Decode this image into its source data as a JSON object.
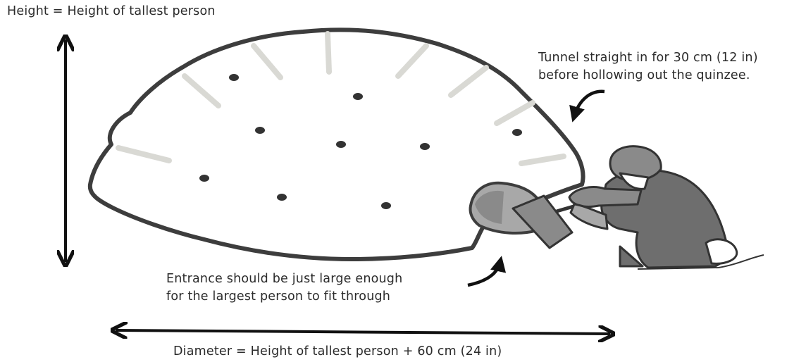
{
  "labels": {
    "height": "Height = Height of tallest person",
    "tunnel_line1": "Tunnel straight in for 30 cm (12 in)",
    "tunnel_line2": "before hollowing out the quinzee.",
    "entrance_line1": "Entrance should be just large enough",
    "entrance_line2": "for the largest person to fit through",
    "diameter": "Diameter = Height of tallest person + 60 cm (24 in)"
  },
  "colors": {
    "outline": "#3d3d3d",
    "sticks": "#d9d9d4",
    "dots": "#333333",
    "person_dark": "#6e6e6e",
    "person_mid": "#8a8a8a",
    "person_light": "#a8a8a8",
    "arrow": "#111111"
  },
  "icons": {
    "height_arrow": "double-arrow-vertical",
    "diameter_arrow": "double-arrow-horizontal",
    "tunnel_arrow": "curved-arrow",
    "entrance_arrow": "curved-arrow"
  }
}
